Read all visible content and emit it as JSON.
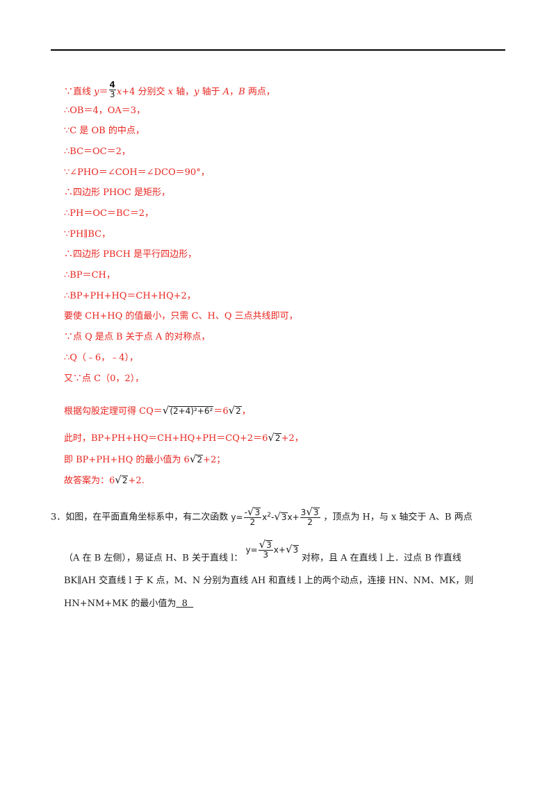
{
  "solution": {
    "l1_pre": "∵直线 ",
    "l1_y": "y",
    "l1_eq": "＝",
    "l1_num": "4",
    "l1_den": "3",
    "l1_x": "x",
    "l1_post": "+4 分别交 ",
    "l1_x2": "x",
    "l1_mid": " 轴，",
    "l1_y2": "y",
    "l1_mid2": " 轴于 ",
    "l1_A": "A",
    "l1_comma": "，",
    "l1_B": "B",
    "l1_end": " 两点，",
    "l2": "∴OB＝4，OA＝3，",
    "l3": "∵C 是 OB 的中点，",
    "l4": "∴BC＝OC＝2，",
    "l5": "∵∠PHO＝∠COH＝∠DCO＝90°，",
    "l6": "∴四边形 PHOC 是矩形，",
    "l7": "∴PH＝OC＝BC＝2，",
    "l8": "∵PH∥BC，",
    "l9": "∴四边形 PBCH 是平行四边形，",
    "l10": "∴BP＝CH，",
    "l11": "∴BP+PH+HQ＝CH+HQ+2，",
    "l12": "要使 CH+HQ 的值最小，只需 C、H、Q 三点共线即可，",
    "l13": "∵点 Q 是点 B 关于点 A 的对称点，",
    "l14": "∴Q（﹣6，﹣4），",
    "l15": "又∵点 C（0，2），",
    "l16_pre": "根据勾股定理可得 CQ＝",
    "l16_rad": "(2+4)²+6²",
    "l16_eq": "＝6",
    "l16_r2": "2",
    "l16_end": "，",
    "l17_pre": "此时，BP+PH+HQ＝CH+HQ+PH＝CQ+2＝6",
    "l17_r2": "2",
    "l17_end": "+2，",
    "l18_pre": "即 BP+PH+HQ 的最小值为 6",
    "l18_r2": "2",
    "l18_end": "+2；",
    "l19_pre": "故答案为：6",
    "l19_r2": "2",
    "l19_end": "+2."
  },
  "problem": {
    "p1_pre": "3．如图，在平面直角坐标系中，有二次函数",
    "p1_yeq": "y=",
    "p1_neg": "-",
    "p1_r3a": "3",
    "p1_den2a": "2",
    "p1_x2": "x",
    "p1_sq": "2",
    "p1_minus": "-",
    "p1_r3b": "3",
    "p1_xplus": "x+",
    "p1_num3": "3",
    "p1_r3c": "3",
    "p1_den2b": "2",
    "p1_post": "，顶点为 H，与 x 轴交于 A、B 两点",
    "p2_pre": "（A 在 B 左侧），易证点 H、B 关于直线 l：",
    "p2_yeq": "y=",
    "p2_r3a": "3",
    "p2_den3": "3",
    "p2_xplus": "x+",
    "p2_r3b": "3",
    "p2_post": "对称，且 A 在直线 l 上．过点 B 作直线",
    "p3": "BK∥AH 交直线 l 于 K 点，M、N 分别为直线 AH 和直线 l 上的两个动点，连接 HN、NM、MK，则",
    "p4_pre": "HN+NM+MK 的最小值为",
    "p4_answer": "  8  "
  },
  "colors": {
    "solution": "#e8251f",
    "problem": "#1a1a1a"
  }
}
